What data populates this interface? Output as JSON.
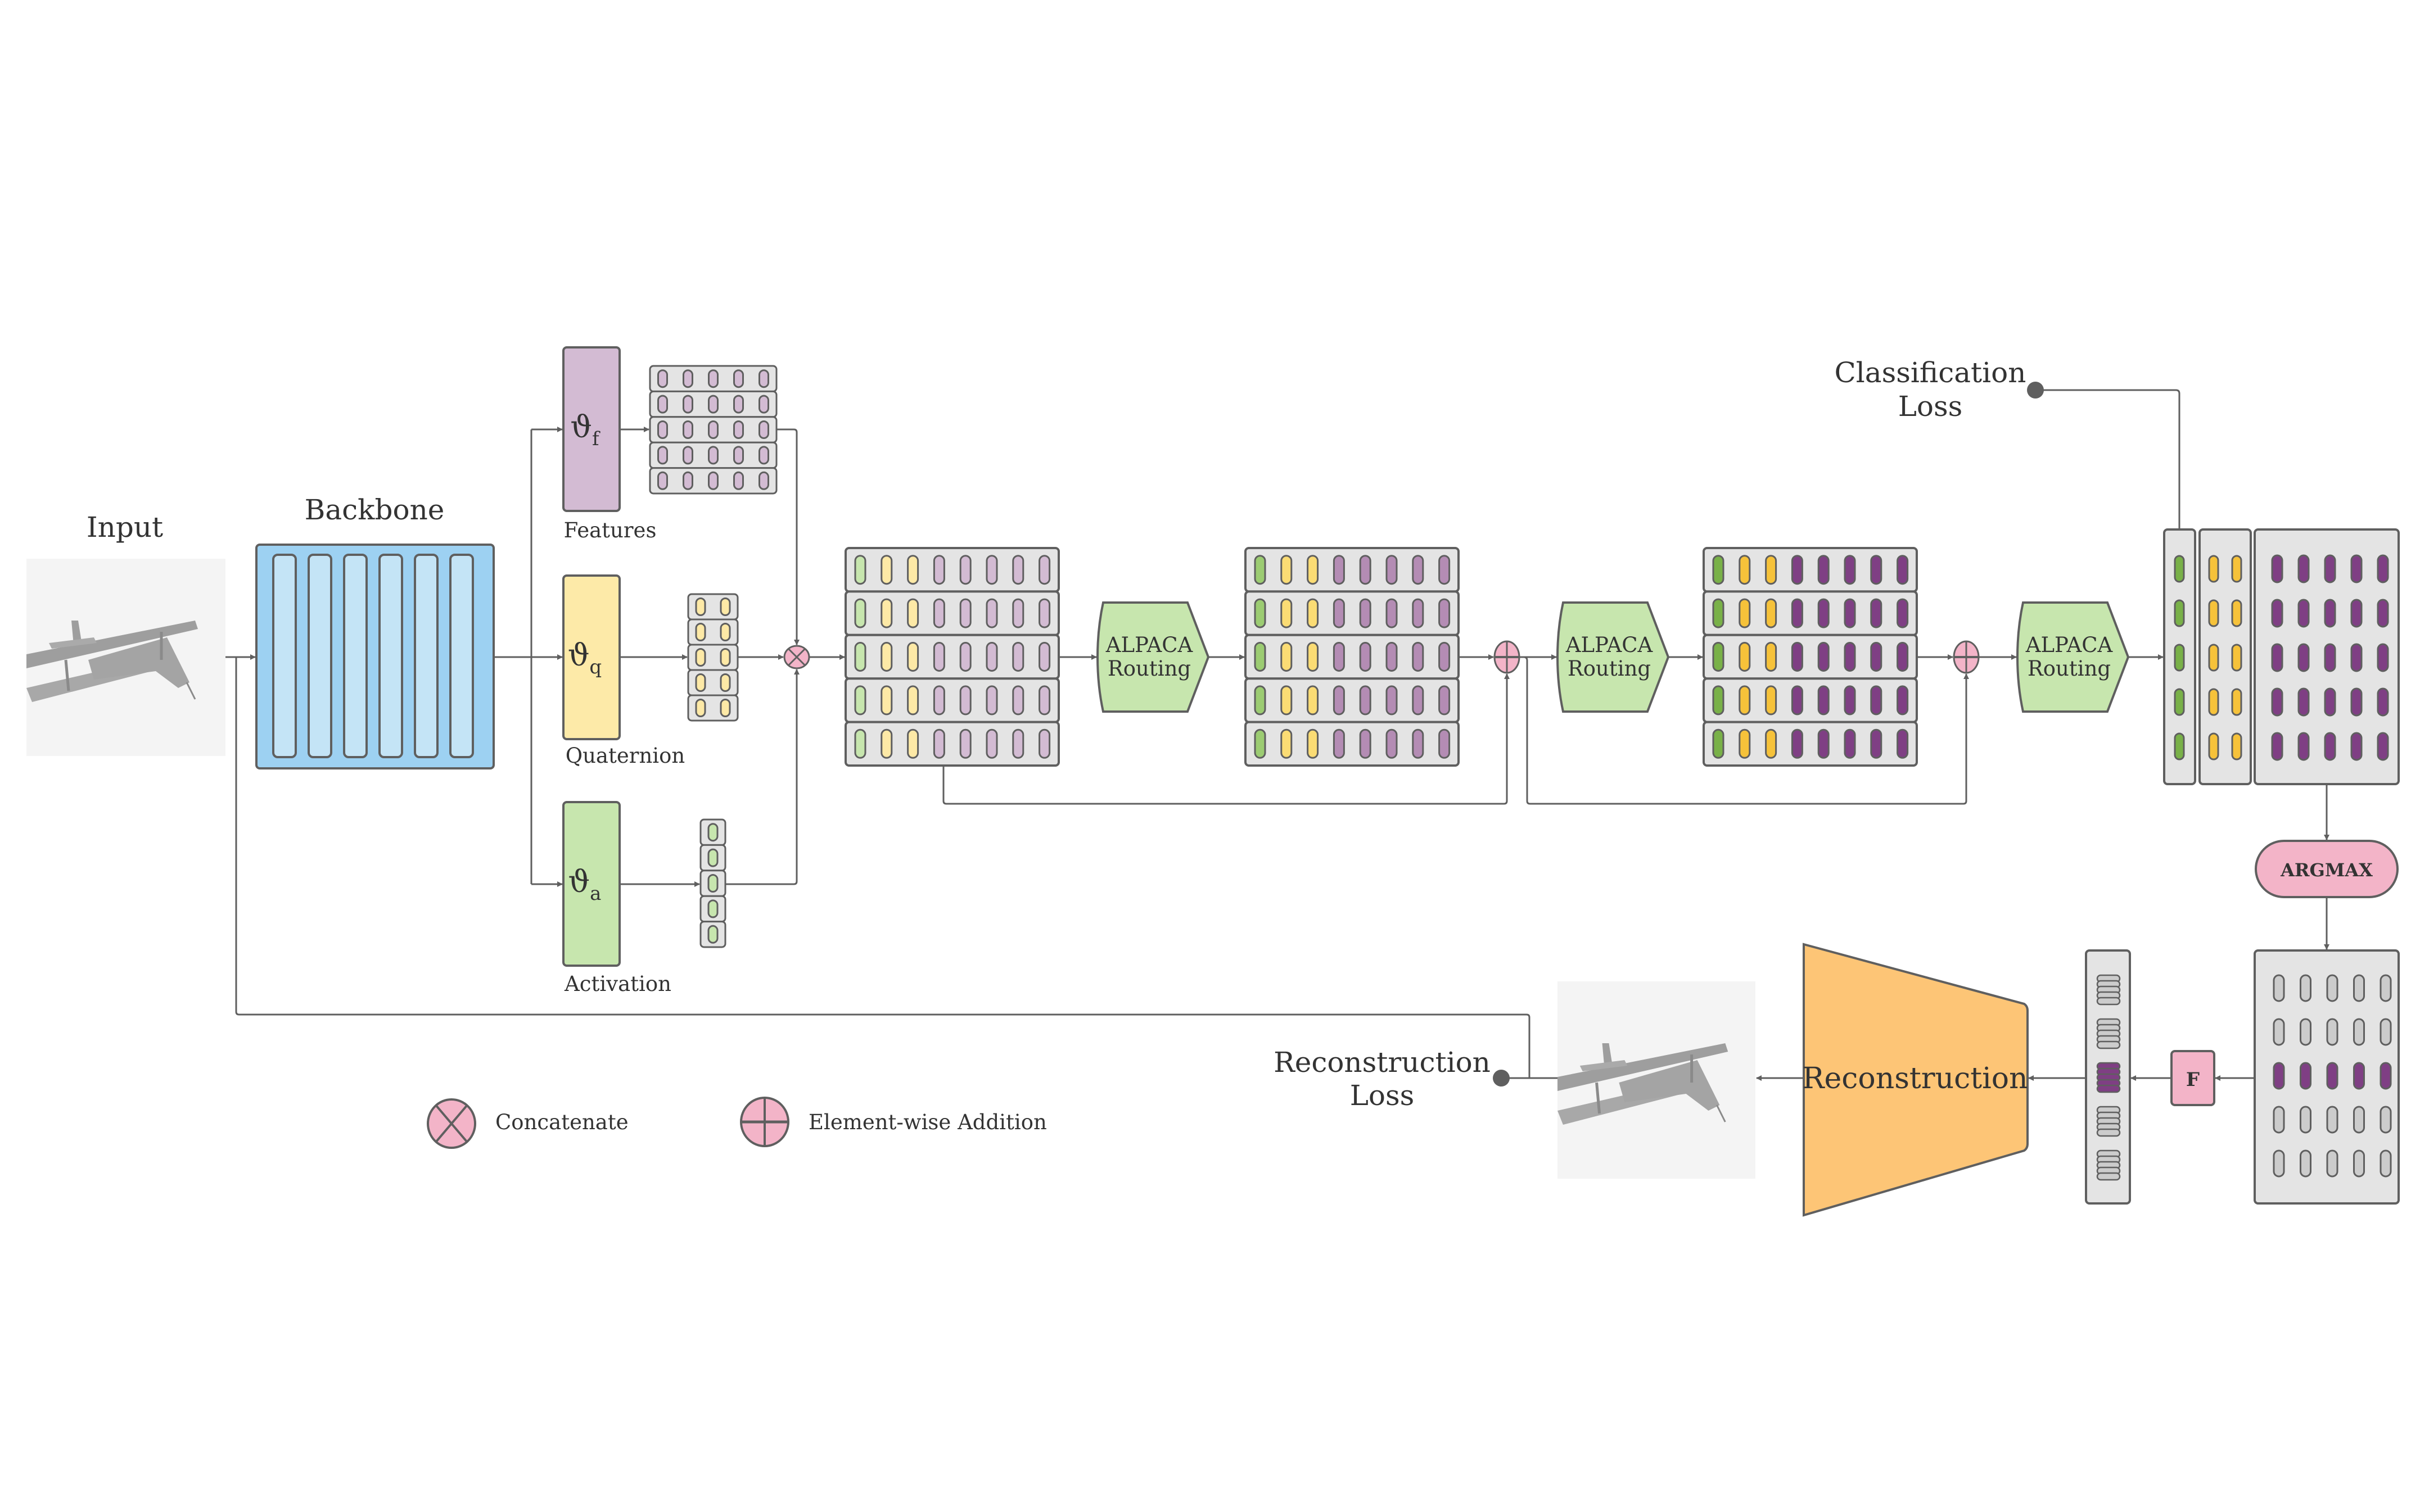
{
  "diagram": {
    "input_label": "Input",
    "backbone_label": "Backbone",
    "branches": [
      {
        "key": "f",
        "symbol": "ϑ",
        "subscript": "f",
        "label": "Features",
        "color": "#d3bbd3",
        "capsule_color": "#d3bbd3",
        "cols": 5
      },
      {
        "key": "q",
        "symbol": "ϑ",
        "subscript": "q",
        "label": "Quaternion",
        "color": "#fdeaa8",
        "capsule_color": "#fde9a6",
        "cols": 2
      },
      {
        "key": "a",
        "symbol": "ϑ",
        "subscript": "a",
        "label": "Activation",
        "color": "#c7e6ae",
        "capsule_color": "#c7e6ae",
        "cols": 1
      }
    ],
    "routing_blocks": [
      {
        "line1": "ALPACA",
        "line2": "Routing"
      },
      {
        "line1": "ALPACA",
        "line2": "Routing"
      },
      {
        "line1": "ALPACA",
        "line2": "Routing"
      }
    ],
    "capsule_stages": [
      {
        "colors": [
          "#c7e6ae",
          "#fde9a6",
          "#fde9a6",
          "#d3bbd3",
          "#d3bbd3",
          "#d3bbd3",
          "#d3bbd3",
          "#d3bbd3"
        ]
      },
      {
        "colors": [
          "#9ccc72",
          "#fbdc74",
          "#fbdc74",
          "#b48cb4",
          "#b48cb4",
          "#b48cb4",
          "#b48cb4",
          "#b48cb4"
        ]
      },
      {
        "colors": [
          "#79b148",
          "#f6c23a",
          "#f6c23a",
          "#7f3f84",
          "#7f3f84",
          "#7f3f84",
          "#7f3f84",
          "#7f3f84"
        ]
      }
    ],
    "final_output": {
      "activation_color": "#79b148",
      "quaternion_color": "#f6c23a",
      "feature_color": "#7f3f84"
    },
    "classification_loss": {
      "line1": "Classification",
      "line2": "Loss"
    },
    "argmax_label": "ARGMAX",
    "mask_label": "F",
    "masked_row_index": 2,
    "reconstruction_label": "Reconstruction",
    "reconstruction_loss": {
      "line1": "Reconstruction",
      "line2": "Loss"
    },
    "legend": [
      {
        "icon": "concatenate-icon",
        "label": "Concatenate"
      },
      {
        "icon": "element-wise-addition-icon",
        "label": "Element-wise Addition"
      }
    ],
    "colors": {
      "backbone_outer": "#9dd1f2",
      "backbone_inner": "#c4e4f6",
      "routing": "#c7e6ae",
      "operator": "#f3b4c8",
      "decoder": "#fdc576",
      "grid_bg": "#e4e4e4",
      "stroke": "#5f5f5f",
      "inactive_capsule": "#cccccc"
    }
  }
}
